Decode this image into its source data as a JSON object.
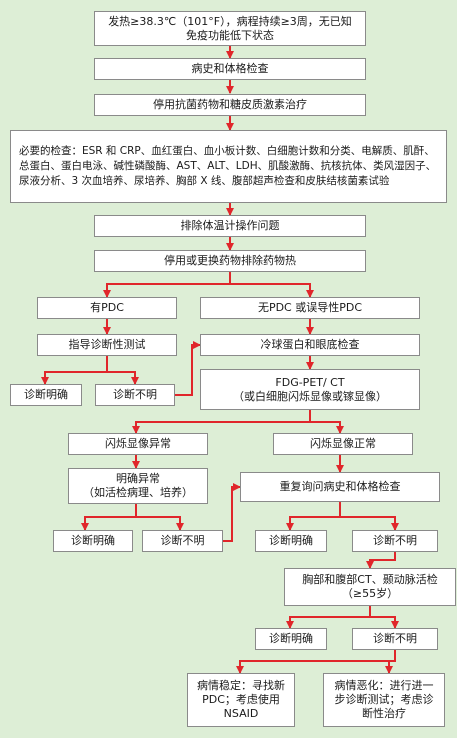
{
  "nodes": {
    "fever": [
      "发热≥38.3℃（101°F），病程持续≥3周，无已知",
      "免疫功能低下状态"
    ],
    "history_exam": "病史和体格检查",
    "stop_antibiotics": "停用抗菌药物和糖皮质激素治疗",
    "necessary_tests": "必要的检查：ESR 和 CRP、血红蛋白、血小板计数、白细胞计数和分类、电解质、肌酐、总蛋白、蛋白电泳、碱性磷酸酶、AST、ALT、LDH、肌酸激酶、抗核抗体、类风湿因子、尿液分析、3 次血培养、尿培养、胸部 X 线、腹部超声检查和皮肤结核菌素试验",
    "exclude_temp": "排除体温计操作问题",
    "stop_drugs": "停用或更换药物排除药物热",
    "pdc_yes": "有PDC",
    "pdc_no": "无PDC 或误导性PDC",
    "guided_tests": "指导诊断性测试",
    "diag_clear_1": "诊断明确",
    "diag_unclear_1": "诊断不明",
    "cryo_fundus": "冷球蛋白和眼底检查",
    "fdg_pet": [
      "FDG-PET/ CT",
      "（或白细胞闪烁显像或镓显像）"
    ],
    "scint_abnormal": "闪烁显像异常",
    "scint_normal": "闪烁显像正常",
    "clear_abnormal": [
      "明确异常",
      "（如活检病理、培养）"
    ],
    "repeat_history": "重复询问病史和体格检查",
    "diag_clear_2": "诊断明确",
    "diag_unclear_2": "诊断不明",
    "diag_clear_3": "诊断明确",
    "diag_unclear_3": "诊断不明",
    "chest_ct": [
      "胸部和腹部CT、颞动脉活检",
      "（≥55岁）"
    ],
    "diag_clear_4": "诊断明确",
    "diag_unclear_4": "诊断不明",
    "stable": [
      "病情稳定：寻找新",
      "PDC；考虑使用",
      "NSAID"
    ],
    "worse": [
      "病情恶化：进行进一",
      "步诊断测试；考虑诊",
      "断性治疗"
    ]
  },
  "colors": {
    "background": "#ddeed6",
    "box_fill": "#ffffff",
    "box_border": "#8a8a8a",
    "arrow": "#e0262b"
  }
}
